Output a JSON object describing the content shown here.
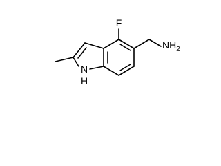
{
  "molecule": {
    "atoms": {
      "fluorine": "F",
      "amine": "NH",
      "amine_subscript": "2",
      "ring_nitrogen": "N",
      "ring_nh_hydrogen": "H"
    },
    "colors": {
      "bond": "#000000",
      "label": "#000000",
      "background": "#ffffff"
    }
  }
}
